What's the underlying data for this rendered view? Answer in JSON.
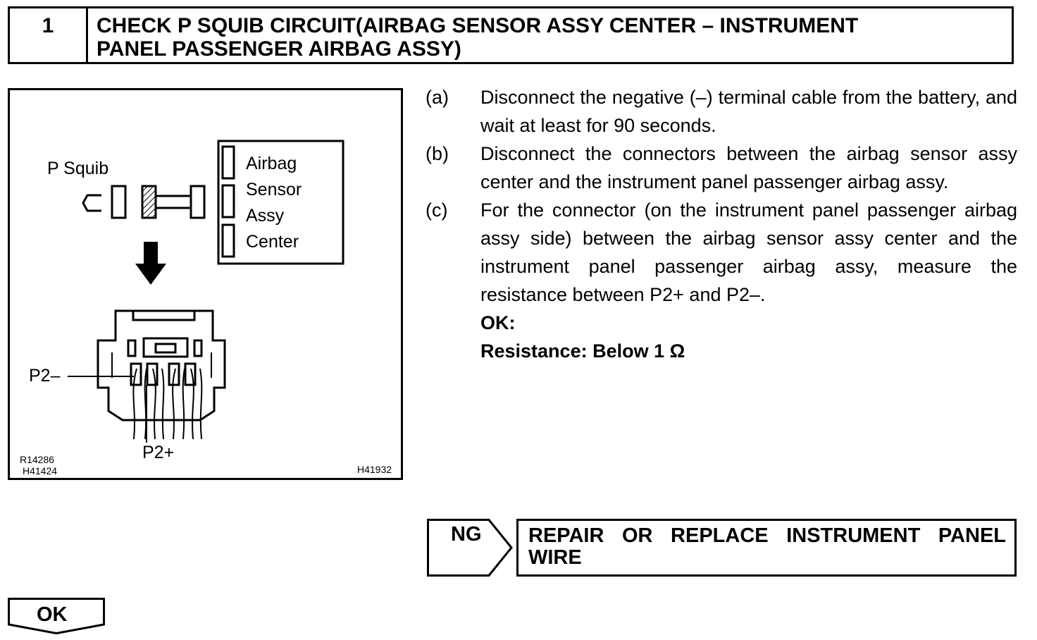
{
  "header": {
    "number": "1",
    "title_line1": "CHECK P SQUIB CIRCUIT(AIRBAG SENSOR ASSY CENTER – INSTRUMENT",
    "title_line2": "PANEL PASSENGER AIRBAG ASSY)"
  },
  "figure": {
    "squib_label": "P Squib",
    "sensor_lines": [
      "Airbag",
      "Sensor",
      "Assy",
      "Center"
    ],
    "terminal_minus": "P2–",
    "terminal_plus": "P2+",
    "ref_codes": [
      "R14286",
      "H41424"
    ],
    "figure_id": "H41932"
  },
  "instructions": [
    {
      "label": "(a)",
      "text": "Disconnect the negative (–) terminal cable from the battery, and wait at least for 90 seconds."
    },
    {
      "label": "(b)",
      "text": "Disconnect the connectors between the airbag sensor assy center and the instrument panel passenger airbag assy."
    },
    {
      "label": "(c)",
      "text": "For the connector (on the instrument panel passenger airbag assy side) between the airbag sensor assy center and the instrument panel passenger airbag assy, measure the resistance between P2+ and P2–."
    }
  ],
  "spec": {
    "ok_label": "OK:",
    "resistance": "Resistance: Below 1 Ω"
  },
  "flow": {
    "ng_label": "NG",
    "repair_text": "REPAIR OR REPLACE INSTRUMENT PANEL WIRE",
    "ok_label": "OK"
  }
}
